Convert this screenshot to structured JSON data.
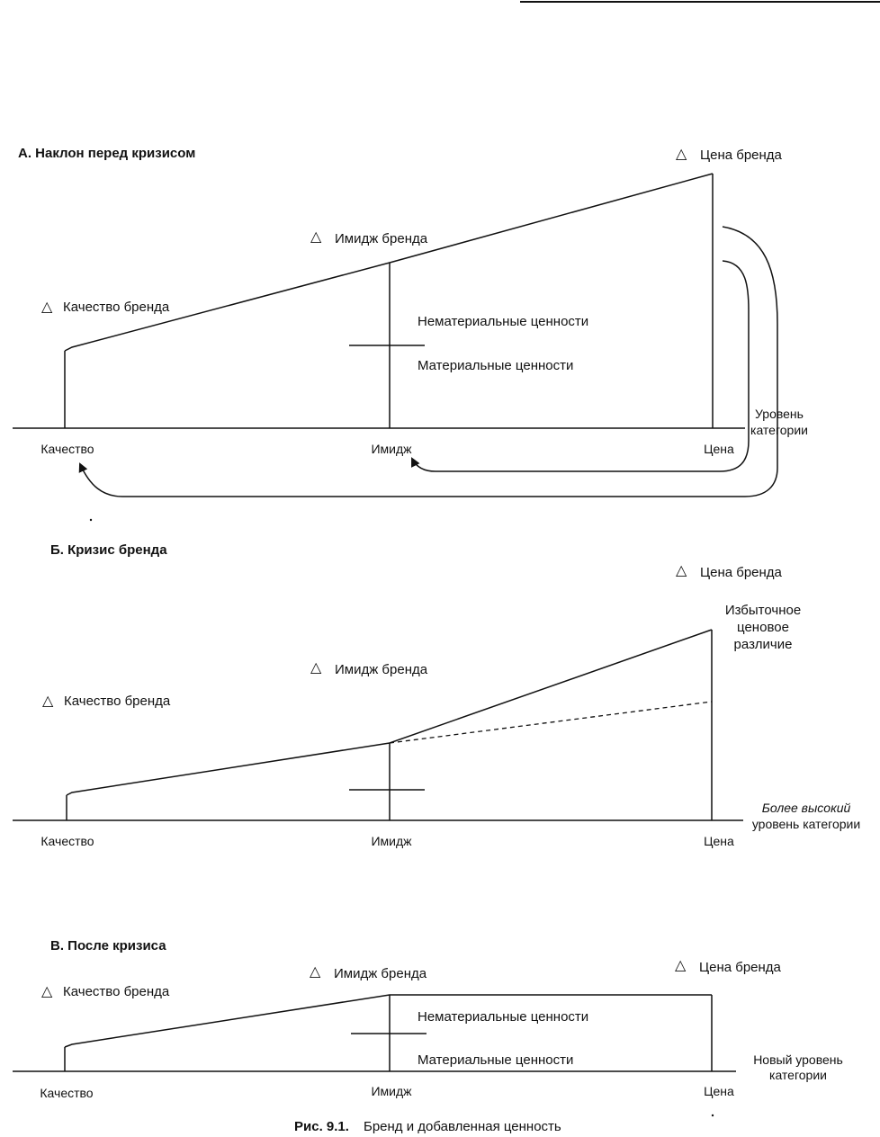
{
  "panel_a": {
    "title": "А. Наклон перед кризисом",
    "delta": "△",
    "brand_quality": "Качество бренда",
    "brand_image": "Имидж бренда",
    "brand_price": "Цена бренда",
    "intangible": "Нематериальные ценности",
    "tangible": "Материальные ценности",
    "level_line1": "Уровень",
    "level_line2": "категории",
    "axis_quality": "Качество",
    "axis_image": "Имидж",
    "axis_price": "Цена"
  },
  "panel_b": {
    "title": "Б. Кризис бренда",
    "delta": "△",
    "brand_quality": "Качество бренда",
    "brand_image": "Имидж бренда",
    "brand_price": "Цена бренда",
    "excess_line1": "Избыточное",
    "excess_line2": "ценовое",
    "excess_line3": "различие",
    "level_line1": "Более высокий",
    "level_line2": "уровень категории",
    "axis_quality": "Качество",
    "axis_image": "Имидж",
    "axis_price": "Цена"
  },
  "panel_c": {
    "title": "В. После кризиса",
    "delta": "△",
    "brand_quality": "Качество бренда",
    "brand_image": "Имидж бренда",
    "brand_price": "Цена бренда",
    "intangible": "Нематериальные ценности",
    "tangible": "Материальные ценности",
    "level_line1": "Новый уровень",
    "level_line2": "категории",
    "axis_quality": "Качество",
    "axis_image": "Имидж",
    "axis_price": "Цена"
  },
  "caption": {
    "prefix": "Рис. 9.1.",
    "text": "Бренд и добавленная ценность"
  }
}
